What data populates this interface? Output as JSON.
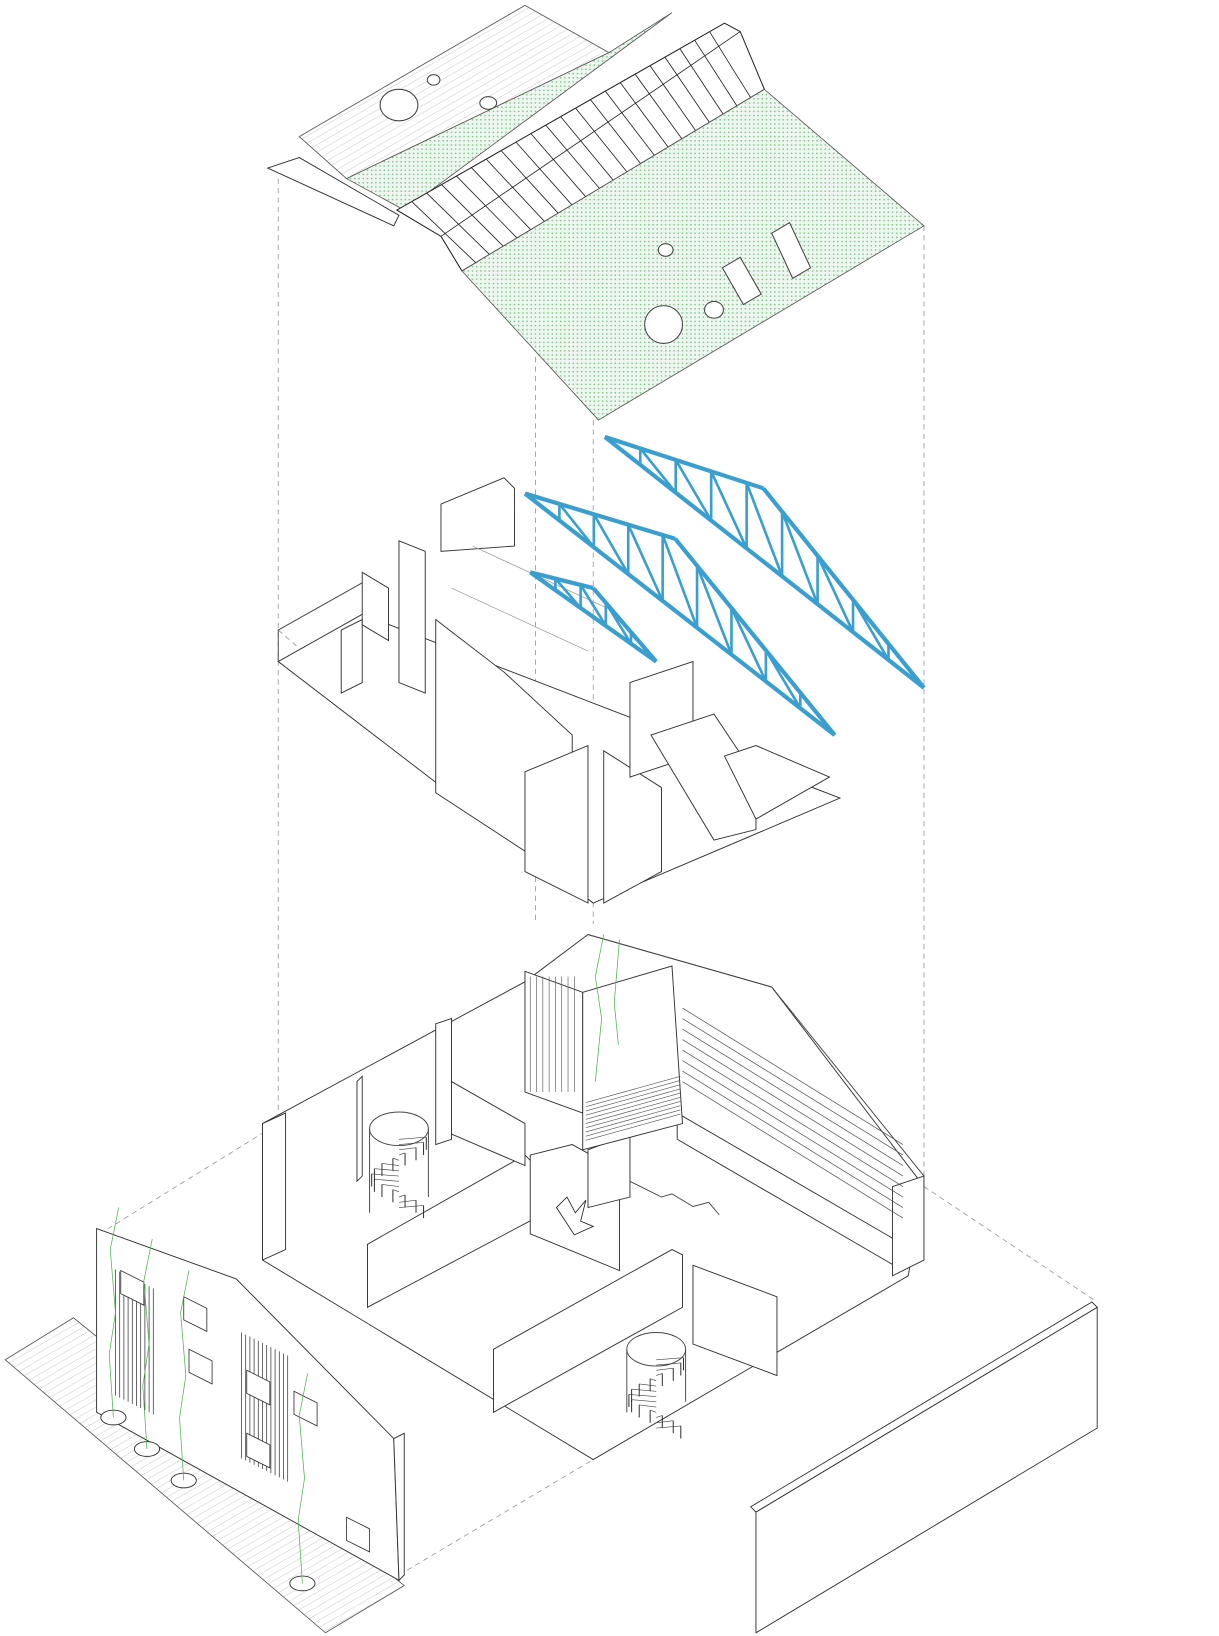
{
  "diagram": {
    "type": "exploded axonometric",
    "layers": [
      "roof",
      "roof-trusses",
      "upper-floor",
      "ground-floor",
      "facade",
      "site"
    ],
    "colors": {
      "truss": "#3a9fcf",
      "green_roof": "#d6ecd8",
      "green_dot": "#7fc08a",
      "line": "#333333",
      "dashed_guide": "#999999",
      "plants": "#4caf50"
    }
  }
}
